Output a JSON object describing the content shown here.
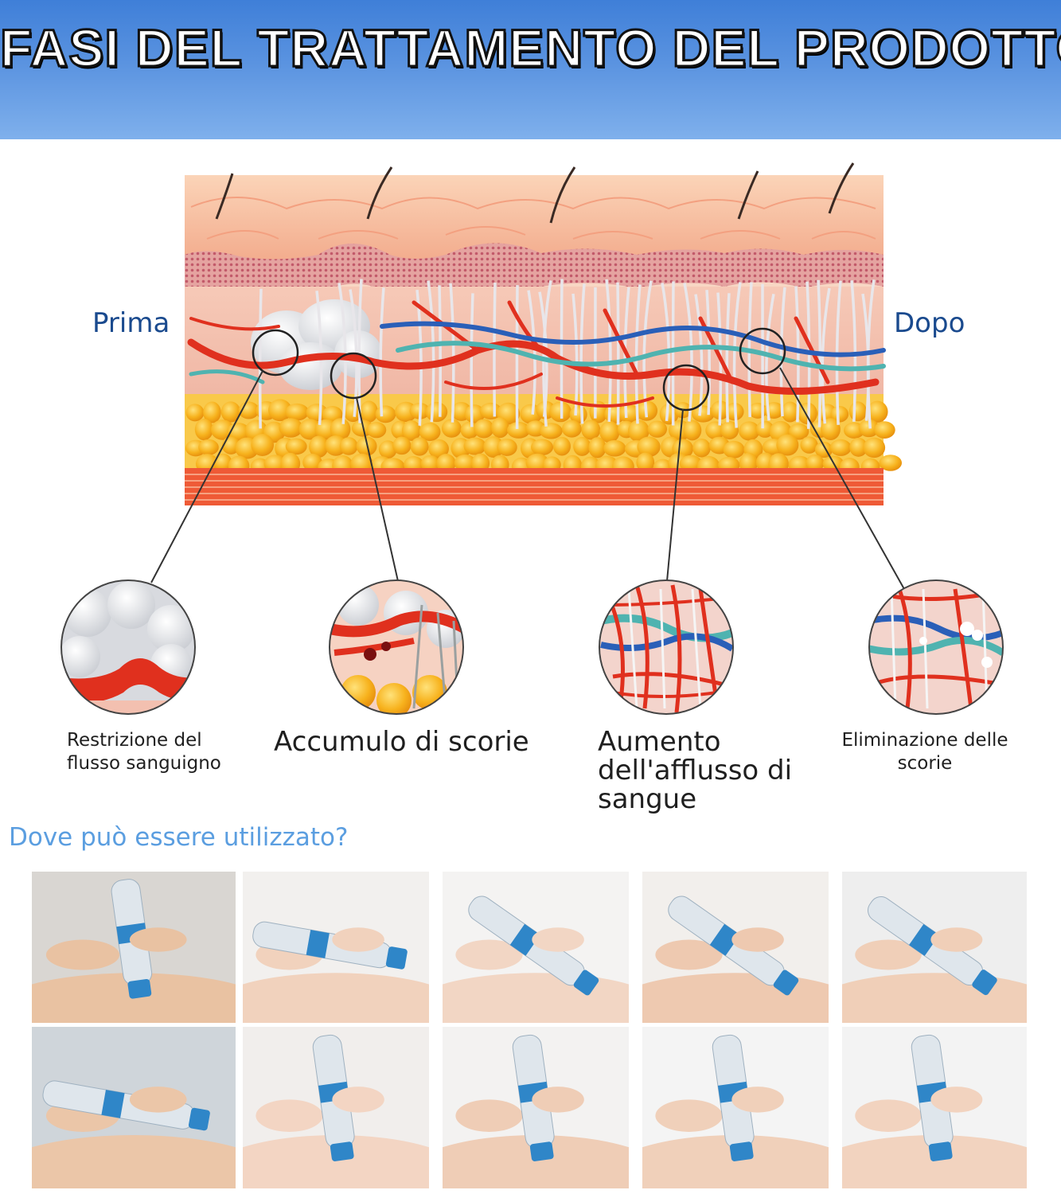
{
  "header": {
    "title": "FASI DEL TRATTAMENTO DEL PRODOTTO"
  },
  "diagram": {
    "label_before": "Prima",
    "label_after": "Dopo",
    "stages": [
      {
        "caption": "Restrizione del flusso sanguigno"
      },
      {
        "caption": "Accumulo di scorie"
      },
      {
        "caption": "Aumento dell'afflusso di sangue"
      },
      {
        "caption": "Eliminazione delle scorie"
      }
    ]
  },
  "usage": {
    "question": "Dove può essere utilizzato?",
    "photo_count": 10
  },
  "colors": {
    "header_blue": "#4a86dc",
    "title_text": "#ffffff",
    "label_blue": "#1a4a8e",
    "question_blue": "#5b9ee0",
    "vessel_red": "#e0301e",
    "fat_yellow": "#f5a915",
    "vein_blue": "#2a5fb8",
    "lymph_teal": "#4fb3b0"
  }
}
